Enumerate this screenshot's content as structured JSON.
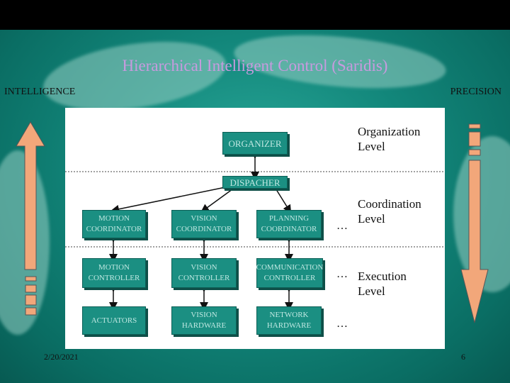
{
  "slide": {
    "title": "Hierarchical Intelligent Control (Saridis)",
    "left_label": "INTELLIGENCE",
    "right_label": "PRECISION",
    "date": "2/20/2021",
    "page_number": "6"
  },
  "diagram": {
    "organizer": "ORGANIZER",
    "dispatcher": "DISPACHER",
    "boxes": {
      "motion_coordinator": "MOTION\nCOORDINATOR",
      "vision_coordinator": "VISION\nCOORDINATOR",
      "planning_coordinator": "PLANNING\nCOORDINATOR",
      "motion_controller": "MOTION\nCONTROLLER",
      "vision_controller": "VISION\nCONTROLLER",
      "communication_controller": "COMMUNICATION\nCONTROLLER",
      "actuators": "ACTUATORS",
      "vision_hardware": "VISION\nHARDWARE",
      "network_hardware": "NETWORK\nHARDWARE"
    },
    "ellipsis": "…",
    "levels": {
      "organization": "Organization\nLevel",
      "coordination": "Coordination\nLevel",
      "execution": "Execution\nLevel"
    }
  },
  "colors": {
    "title": "#c89adf",
    "box_fill": "#1b8f82",
    "box_text": "#bfe8e2",
    "arrow": "#f2a77a"
  }
}
